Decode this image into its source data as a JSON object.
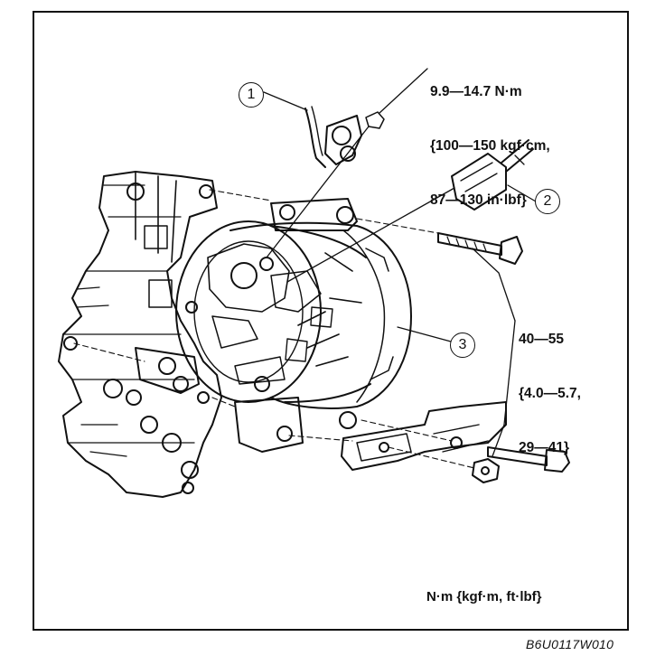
{
  "torque_top": {
    "line1": "9.9—14.7 N·m",
    "line2": "{100—150 kgf·cm,",
    "line3": "87—130 in·lbf}"
  },
  "torque_right": {
    "line1": "40—55",
    "line2": "{4.0—5.7,",
    "line3": "29—41}"
  },
  "callouts": [
    "1",
    "2",
    "3"
  ],
  "units_note": "N·m {kgf·m, ft·lbf}",
  "figure_code": "B6U0117W010",
  "icons": [
    "alternator-icon",
    "engine-block-icon",
    "bracket-icon",
    "bolt-icon",
    "connector-icon",
    "terminal-cable-icon",
    "nut-icon"
  ]
}
